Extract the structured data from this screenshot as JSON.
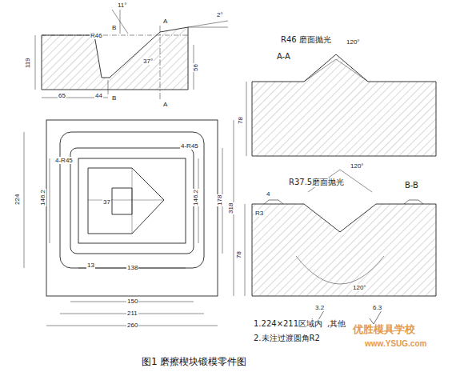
{
  "diagram": {
    "caption": "图1 磨擦楔块锻模零件图",
    "labels": [
      "11°",
      "2°",
      "R46",
      "A",
      "A",
      "37°",
      "B",
      "B",
      "119",
      "56",
      "65",
      "44",
      "4-R45",
      "4-R45",
      "224",
      "146.2",
      "146.2",
      "178",
      "318",
      "37",
      "13",
      "138",
      "150",
      "211",
      "260",
      "A-A",
      "R46 磨面抛光",
      "120°",
      "78",
      "B-B",
      "R37.5磨面抛光",
      "120°",
      "R3",
      "4",
      "78",
      "120°",
      "1.224×211区域内",
      "3.2",
      ",其他",
      "6.3",
      "2.未注过渡圆角R2",
      "优胜模具学校",
      "www.YSUG.com"
    ]
  }
}
